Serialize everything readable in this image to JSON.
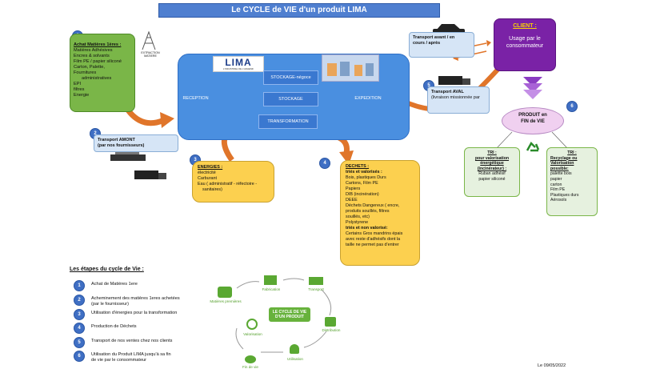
{
  "title": "Le CYCLE de VIE d'un produit LIMA",
  "achat": {
    "badge": "1",
    "heading": "Achat Matières 1ères :",
    "items": [
      "Matières Adhésives",
      "Encres & solvants",
      "Film PE / papier siliconé",
      "Carton, Palette,",
      "Fournitures",
      "administratives",
      "EPI",
      "filtres",
      "Energie"
    ]
  },
  "extraction_label": "EXTRACTION MATIERE",
  "transport_amont": {
    "badge": "2",
    "title": "Transport AMONT",
    "subtitle": "(par nos fournisseurs)"
  },
  "central": {
    "logo": "LIMA",
    "logo_sub": "L'INDUSTRIEL DE L'ADHESIF",
    "stockage_negoce": "STOCKAGE-négoce",
    "reception": "RECEPTION",
    "stockage": "STOCKAGE",
    "expedition": "EXPEDITION",
    "transformation": "TRANSFORMATION"
  },
  "energies": {
    "badge": "3",
    "heading": "ENERGIES :",
    "items": [
      "électricité",
      "Carburant",
      "Eau ( administratif - réfectoire -",
      "sanitaires)"
    ]
  },
  "dechets": {
    "badge": "4",
    "heading": "DECHETS :",
    "sub1": "triés et valorisés :",
    "items1": [
      "Bois, plastiques Durs",
      "Cartons, Film PE",
      "Papiers",
      "DIB (incinération)",
      "DEEE",
      "Déchets Dangereux ( encre,",
      "produits souillés, filtres",
      "souillés, etc)",
      "Polystyrene"
    ],
    "sub2": "triés et non valorisé:",
    "items2": [
      "Certains Gros mandrins épais",
      "avec reste d'adhésifs dont la",
      "taille ne permet pas d'entrer"
    ]
  },
  "transport_avant": {
    "line1": "Transport avant / en",
    "line2": "cours / après"
  },
  "transport_aval": {
    "badge": "5",
    "title": "Transport AVAL",
    "subtitle": "(livraison missionnée par"
  },
  "client": {
    "title": "CLIENT :",
    "line1": "Usage par le",
    "line2": "consommateur"
  },
  "fin_de_vie": {
    "badge": "6",
    "line1": "PRODUIT en",
    "line2": "FIN de VIE"
  },
  "tri_left": {
    "h1": "TRI :",
    "h2": "pour valorisation",
    "h3": "énergétique",
    "h4": "(incinérateur) :",
    "items": [
      "Ruban adhésif",
      "papier siliconé"
    ]
  },
  "tri_right": {
    "h1": "TRI :",
    "h2": "Recyclage ou",
    "h3": "Valorisation",
    "h4": "possible:",
    "items": [
      "palette bois",
      "papier",
      "carton",
      "Film PE",
      "Plastiques durs",
      "Aérosols"
    ]
  },
  "steps": {
    "title": "Les étapes du cycle de Vie :",
    "items": [
      {
        "n": "1",
        "l1": "Achat de Matières 1ere",
        "l2": ""
      },
      {
        "n": "2",
        "l1": "Acheminement des matières 1eres achetées",
        "l2": "(par le fournisseur)"
      },
      {
        "n": "3",
        "l1": "Utilisation d'énergies pour la transformation",
        "l2": ""
      },
      {
        "n": "4",
        "l1": "Production de Déchets",
        "l2": ""
      },
      {
        "n": "5",
        "l1": "Transport de nos ventes chez nos clients",
        "l2": ""
      },
      {
        "n": "6",
        "l1": "Utilisation du Produit LIMA jusqu'à sa fin",
        "l2": "de vie par le consommateur"
      }
    ]
  },
  "cycle_graphic": {
    "center_line1": "LE CYCLE DE VIE",
    "center_line2": "D'UN PRODUIT",
    "labels": {
      "matieres": "Matières premières",
      "fabrication": "Fabrication",
      "transport": "Transport",
      "distribution": "Distribution",
      "utilisation": "Utilisation",
      "fin_de_vie": "Fin de vie",
      "valorisation": "Valorisation"
    }
  },
  "date": "Le 09/05/2022",
  "colors": {
    "title_blue": "#4f7fd0",
    "green": "#7ab648",
    "central_blue": "#4a8fe0",
    "yellow": "#fcd04f",
    "purple": "#7a22a6",
    "orange_arrow": "#e0752a",
    "badge_blue": "#3f6fc4"
  }
}
